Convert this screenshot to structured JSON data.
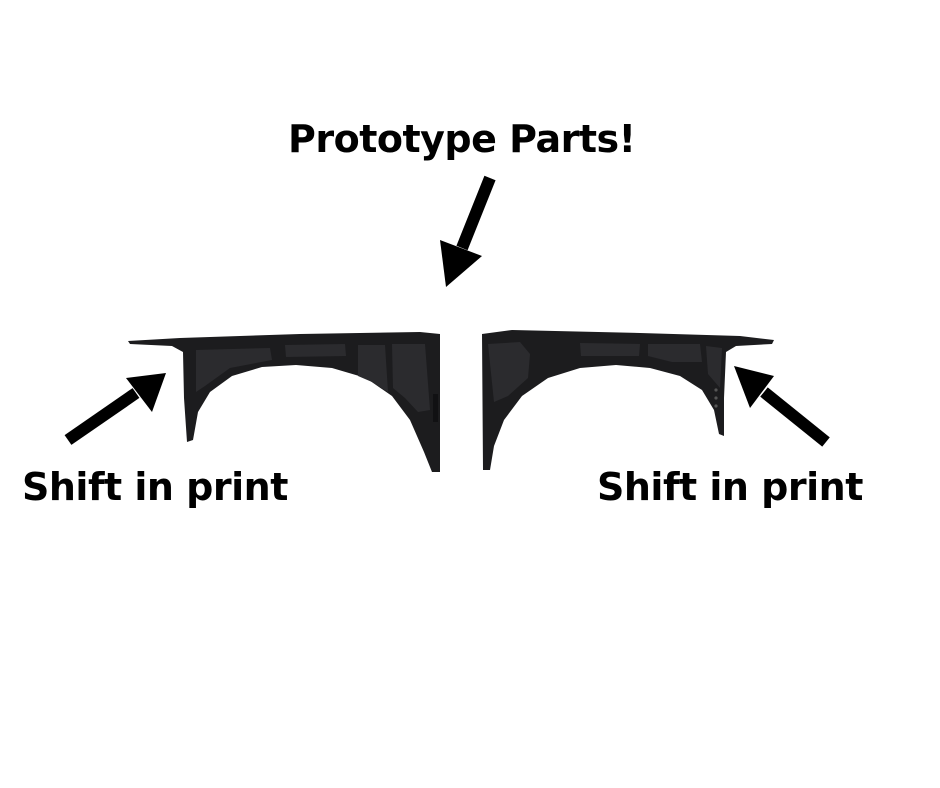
{
  "labels": {
    "title": "Prototype Parts!",
    "left_callout": "Shift in print",
    "right_callout": "Shift in print"
  },
  "colors": {
    "background": "#ffffff",
    "text": "#000000",
    "arrow": "#000000",
    "part_fill": "#1c1c1e",
    "part_detail": "#2b2b2e"
  },
  "icons": {
    "top_arrow": "arrow-down-left-icon",
    "left_arrow": "arrow-up-right-icon",
    "right_arrow": "arrow-up-left-icon"
  }
}
